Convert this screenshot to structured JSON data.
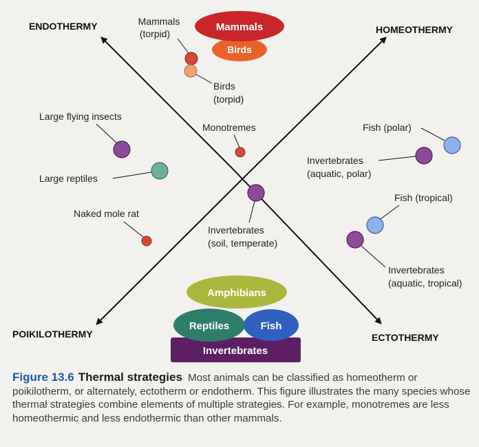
{
  "axes": {
    "endothermy": "ENDOTHERMY",
    "homeothermy": "HOMEOTHERMY",
    "poikilothermy": "POIKILOTHERMY",
    "ectothermy": "ECTOTHERMY"
  },
  "groups": {
    "mammals": "Mammals",
    "birds": "Birds",
    "amphibians": "Amphibians",
    "reptiles": "Reptiles",
    "fish": "Fish",
    "invertebrates": "Invertebrates"
  },
  "labels": {
    "mammals_torpid_1": "Mammals",
    "mammals_torpid_2": "(torpid)",
    "birds_torpid_1": "Birds",
    "birds_torpid_2": "(torpid)",
    "large_flying_insects": "Large flying insects",
    "monotremes": "Monotremes",
    "large_reptiles": "Large reptiles",
    "naked_mole_rat": "Naked mole rat",
    "invert_soil_1": "Invertebrates",
    "invert_soil_2": "(soil, temperate)",
    "fish_polar": "Fish (polar)",
    "invert_polar_1": "Invertebrates",
    "invert_polar_2": "(aquatic, polar)",
    "fish_tropical": "Fish (tropical)",
    "invert_tropical_1": "Invertebrates",
    "invert_tropical_2": "(aquatic, tropical)"
  },
  "colors": {
    "mammals": "#c8262a",
    "birds": "#e8622a",
    "amphibians": "#a9b73c",
    "reptiles": "#2e7d6b",
    "fish": "#2f5fbf",
    "invertebrates": "#5c1f63",
    "purple_dot": "#8e4a98",
    "blue_dot": "#8fb0ea",
    "teal_dot": "#6fae9a",
    "red_dot": "#d24a3a",
    "orange_dot": "#f0a070"
  },
  "caption": {
    "fig_num": "Figure 13.6",
    "fig_title": "Thermal strategies",
    "text": "Most animals can be classified as homeotherm or poikilotherm, or alternately, ectotherm or endotherm. This figure illustrates the many species whose thermal strategies combine elements of multiple strategies. For example, monotremes are less homeothermic and less endothermic than other mammals."
  }
}
